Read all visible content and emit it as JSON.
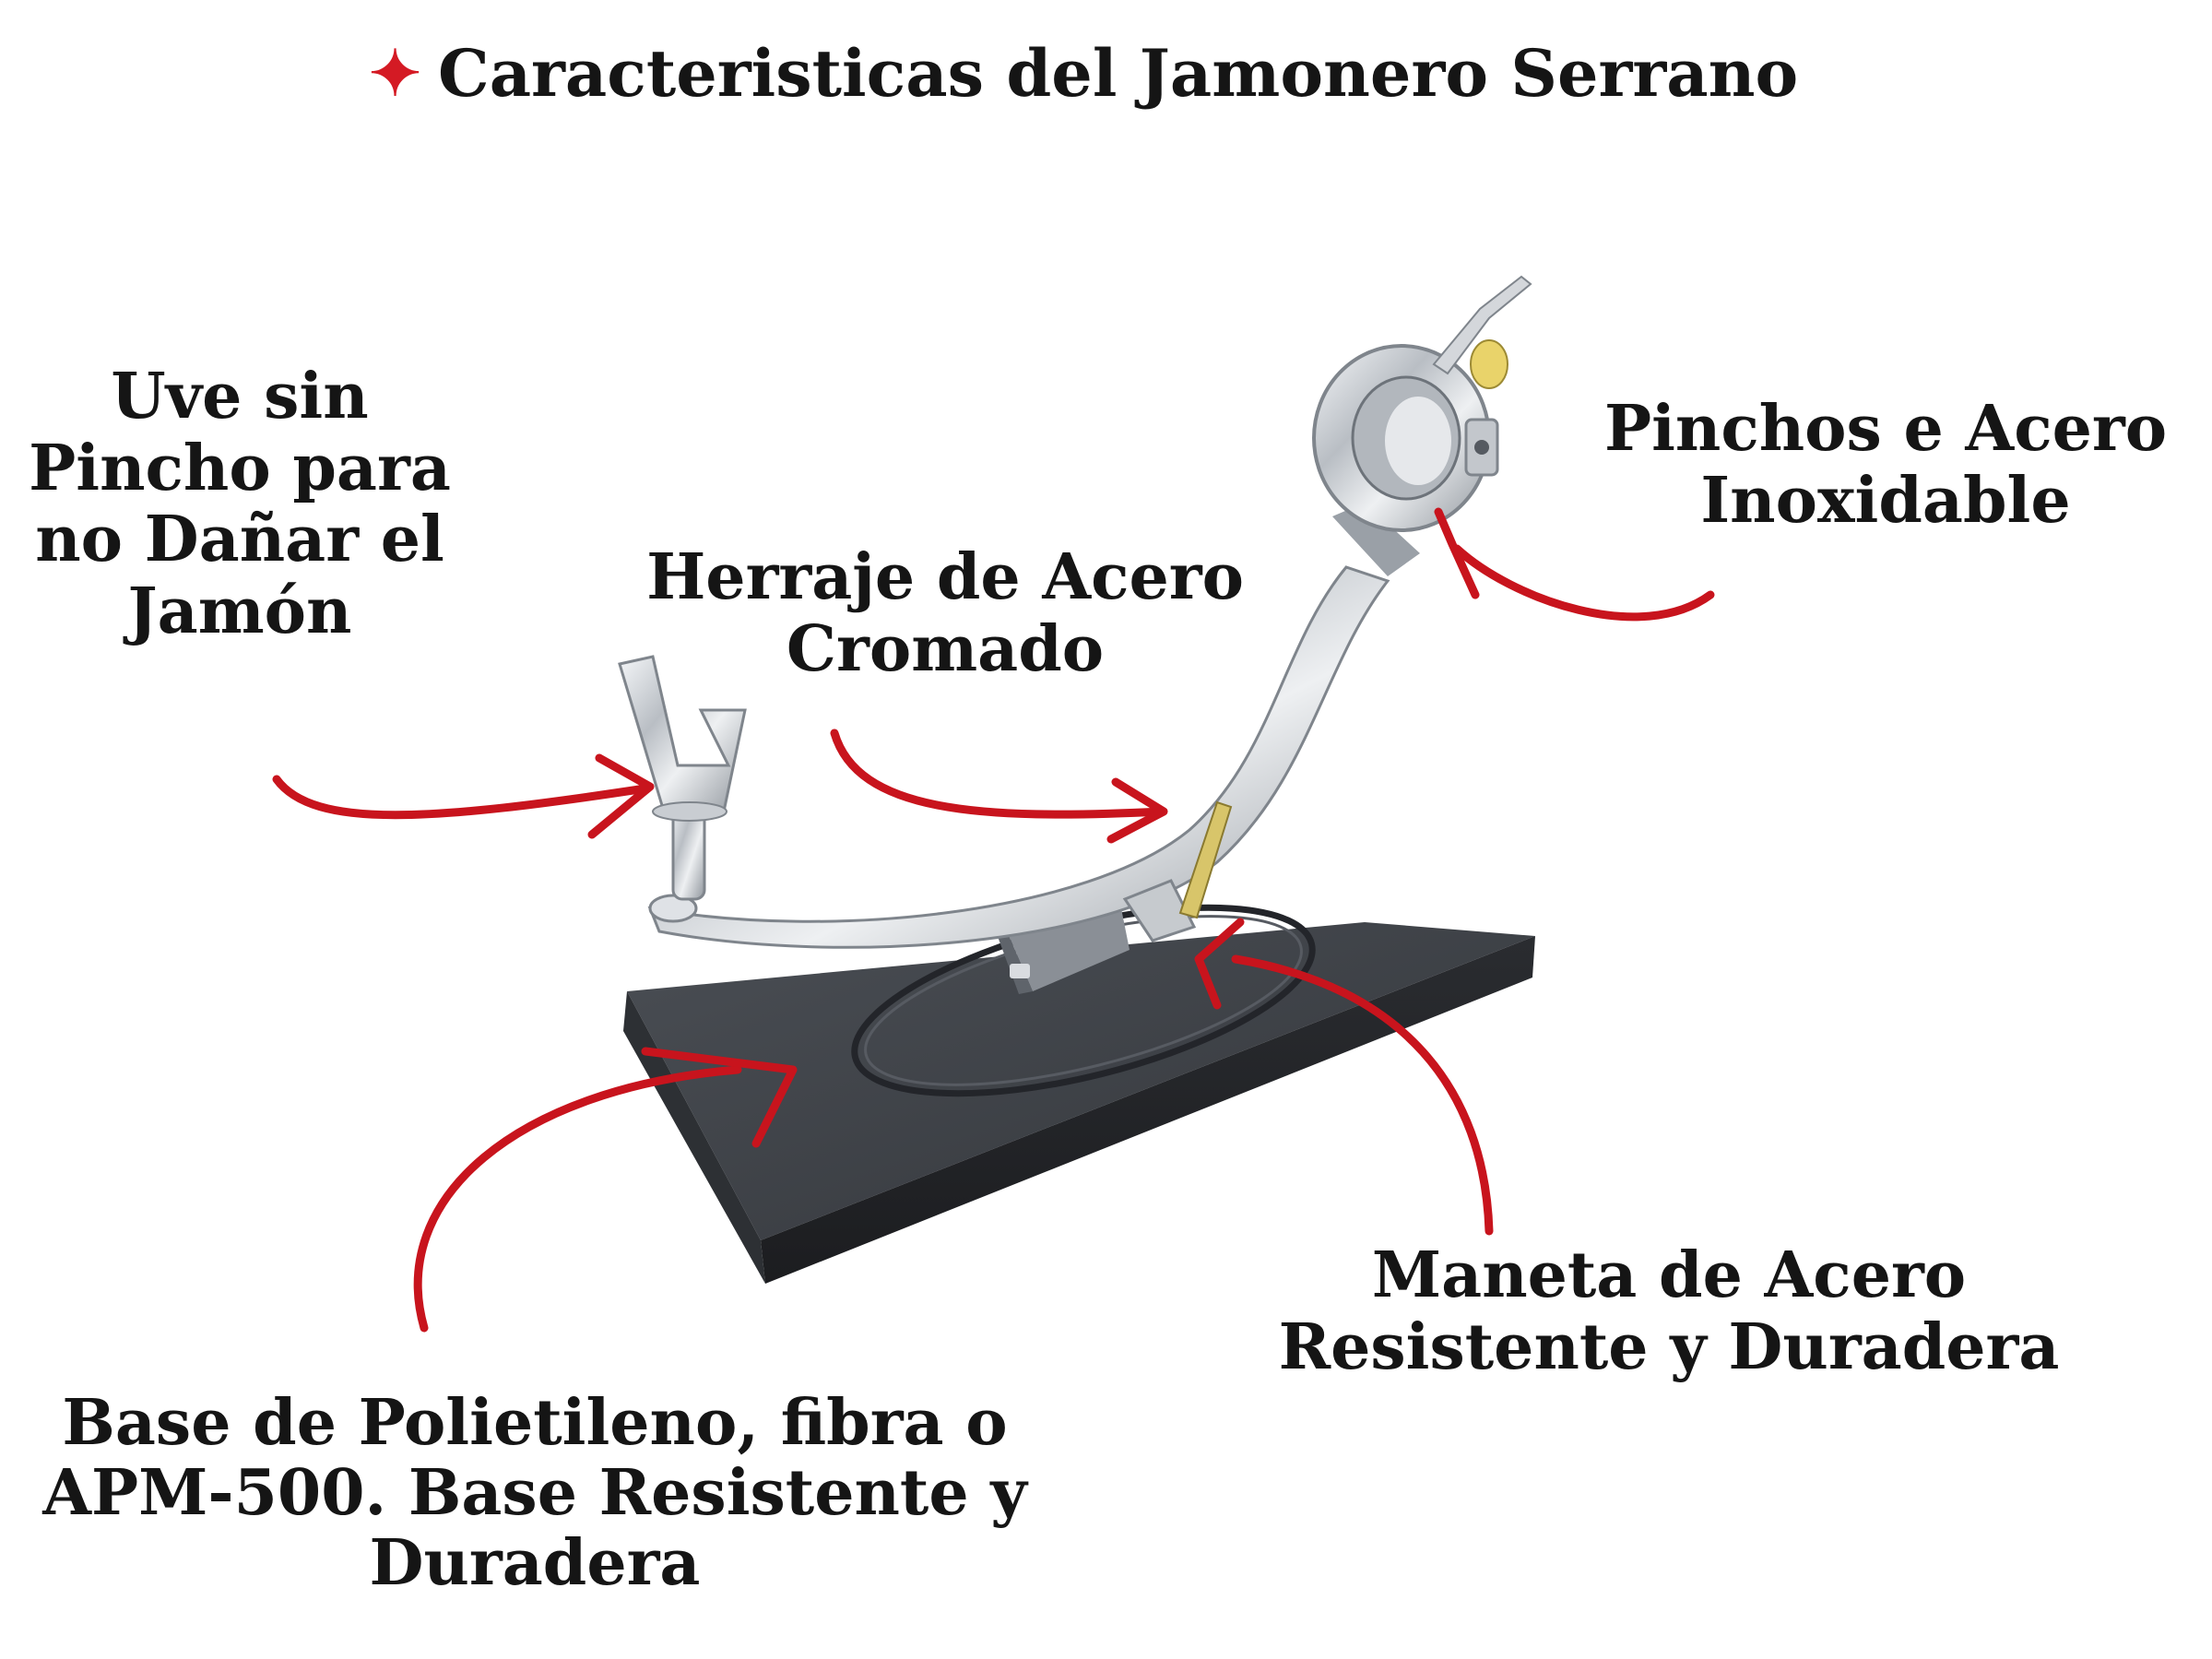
{
  "title": "Caracteristicas del Jamonero Serrano",
  "title_marker_icon": "red-star-icon",
  "labels": {
    "uve": "Uve sin\nPincho para\nno Dañar el\nJamón",
    "herraje": "Herraje de Acero\nCromado",
    "pinchos": "Pinchos e Acero\nInoxidable",
    "maneta": "Maneta de Acero\nResistente y Duradera",
    "base": "Base de Polietileno, fibra o\nAPM-500. Base Resistente y\nDuradera"
  },
  "colors": {
    "arrow": "#c8141d",
    "accent": "#d41a24",
    "base": "#3a3d42",
    "chrome": "#c9cdd2"
  }
}
